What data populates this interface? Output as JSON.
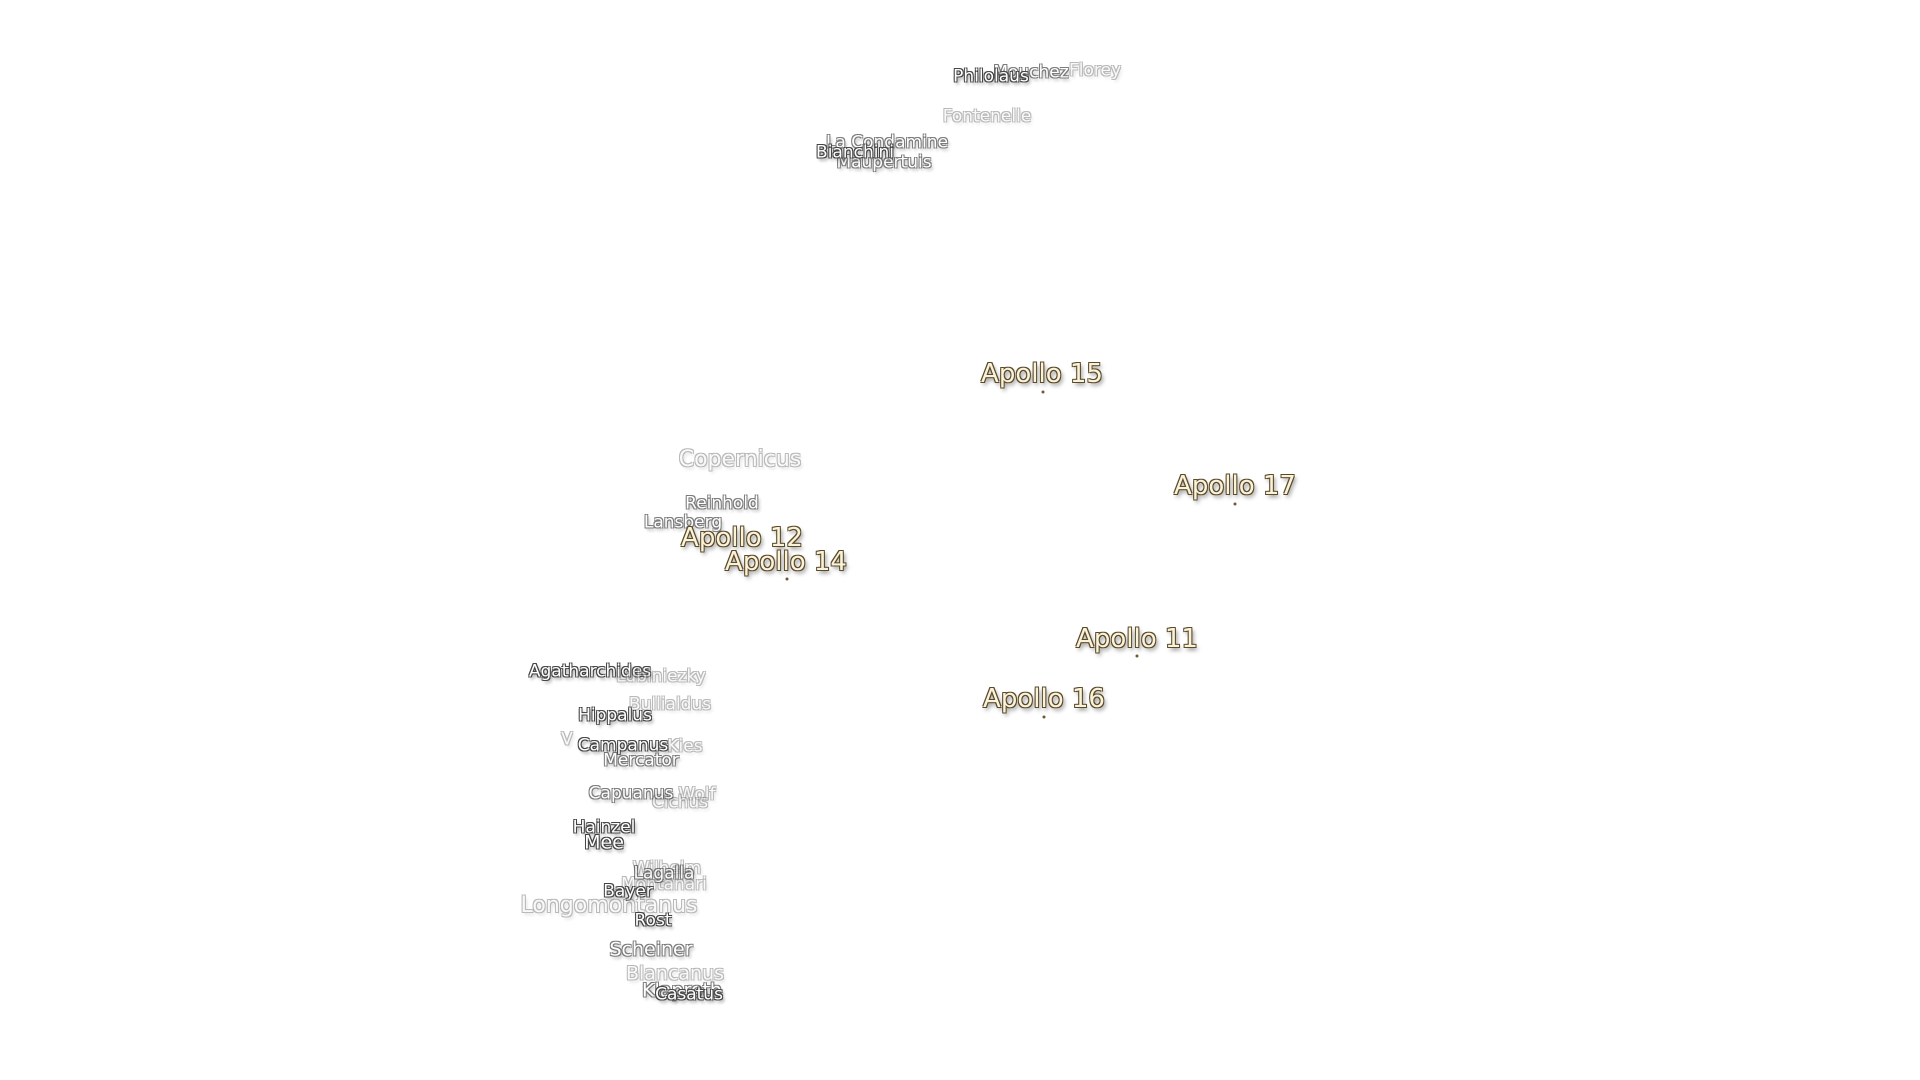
{
  "map": {
    "apollo_sites": [
      {
        "id": "apollo-15",
        "name": "Apollo 15"
      },
      {
        "id": "apollo-17",
        "name": "Apollo 17"
      },
      {
        "id": "apollo-12",
        "name": "Apollo 12"
      },
      {
        "id": "apollo-14",
        "name": "Apollo 14"
      },
      {
        "id": "apollo-11",
        "name": "Apollo 11"
      },
      {
        "id": "apollo-16",
        "name": "Apollo 16"
      }
    ],
    "craters": [
      {
        "id": "philolaus",
        "name": "Philolaus"
      },
      {
        "id": "mouchez",
        "name": "Mouchez"
      },
      {
        "id": "florey",
        "name": "Florey"
      },
      {
        "id": "fontenelle",
        "name": "Fontenelle"
      },
      {
        "id": "la-condamine",
        "name": "La Condamine"
      },
      {
        "id": "bianchini",
        "name": "Bianchini"
      },
      {
        "id": "maupertuis",
        "name": "Maupertuis"
      },
      {
        "id": "copernicus",
        "name": "Copernicus"
      },
      {
        "id": "reinhold",
        "name": "Reinhold"
      },
      {
        "id": "lansberg",
        "name": "Lansberg"
      },
      {
        "id": "agatharchides",
        "name": "Agatharchides"
      },
      {
        "id": "lubiniezky",
        "name": "Lubiniezky"
      },
      {
        "id": "bullialdus",
        "name": "Bullialdus"
      },
      {
        "id": "hippalus",
        "name": "Hippalus"
      },
      {
        "id": "vitello",
        "name": "V"
      },
      {
        "id": "campanus",
        "name": "Campanus"
      },
      {
        "id": "kies",
        "name": "Kies"
      },
      {
        "id": "mercator",
        "name": "Mercator"
      },
      {
        "id": "capuanus",
        "name": "Capuanus"
      },
      {
        "id": "wolf",
        "name": "Wolf"
      },
      {
        "id": "cichus",
        "name": "Cichus"
      },
      {
        "id": "hainzel",
        "name": "Hainzel"
      },
      {
        "id": "mee",
        "name": "Mee"
      },
      {
        "id": "wilhelm",
        "name": "Wilhelm"
      },
      {
        "id": "lagalla",
        "name": "Lagalla"
      },
      {
        "id": "montanari",
        "name": "Montanari"
      },
      {
        "id": "bayer",
        "name": "Bayer"
      },
      {
        "id": "longomontanus",
        "name": "Longomontanus"
      },
      {
        "id": "rost",
        "name": "Rost"
      },
      {
        "id": "scheiner",
        "name": "Scheiner"
      },
      {
        "id": "blancanus",
        "name": "Blancanus"
      },
      {
        "id": "klaproth",
        "name": "Klaproth"
      },
      {
        "id": "casatus",
        "name": "Casatus"
      }
    ]
  }
}
